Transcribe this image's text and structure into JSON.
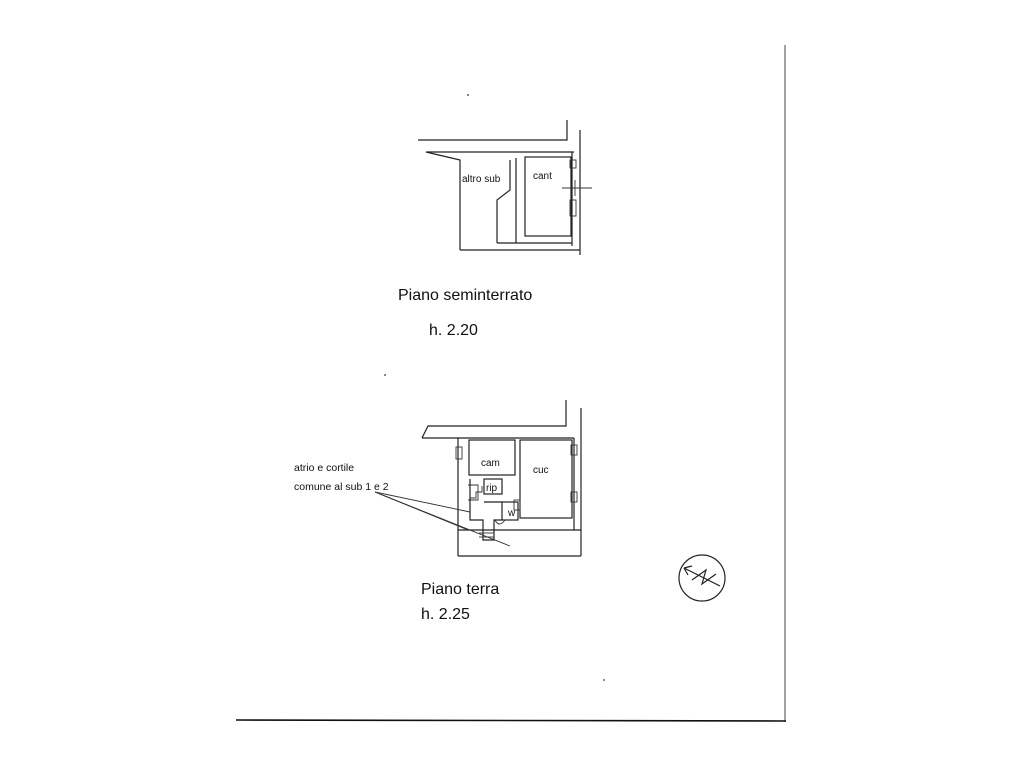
{
  "floors": [
    {
      "name": "Piano seminterrato",
      "height": "h. 2.20",
      "rooms": [
        "altro sub",
        "cant"
      ]
    },
    {
      "name": "Piano terra",
      "height": "h. 2.25",
      "rooms": [
        "cam",
        "cuc",
        "rip",
        "w"
      ]
    }
  ],
  "annotation": {
    "line1": "atrio e cortile",
    "line2": "comune al sub 1 e 2"
  },
  "colors": {
    "ink": "#111111",
    "paper": "#ffffff"
  },
  "icons": {
    "north": "north-arrow-icon"
  }
}
